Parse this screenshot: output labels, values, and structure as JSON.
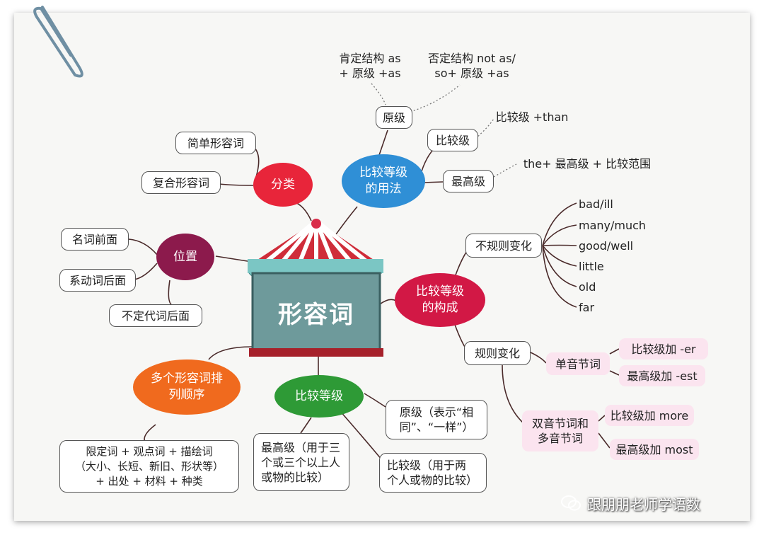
{
  "center": "形容词",
  "branches": {
    "classification": {
      "label": "分类",
      "items": [
        "简单形容词",
        "复合形容词"
      ]
    },
    "position": {
      "label": "位置",
      "items": [
        "名词前面",
        "系动词后面",
        "不定代词后面"
      ]
    },
    "usage": {
      "label": "比较等级\n的用法",
      "positive": {
        "label": "原级",
        "notes": [
          "肯定结构 as\n+ 原级 +as",
          "否定结构 not as/\nso+ 原级 +as"
        ]
      },
      "comparative": {
        "label": "比较级",
        "note": "比较级 +than"
      },
      "superlative": {
        "label": "最高级",
        "note": "the+ 最高级 + 比较范围"
      }
    },
    "formation": {
      "label": "比较等级\n的构成",
      "irregular": {
        "label": "不规则变化",
        "words": [
          "bad/ill",
          "many/much",
          "good/well",
          "little",
          "old",
          "far"
        ]
      },
      "regular": {
        "label": "规则变化",
        "monosyllable": {
          "label": "单音节词",
          "rules": [
            "比较级加 -er",
            "最高级加 -est"
          ]
        },
        "disyllable": {
          "label": "双音节词和\n多音节词",
          "rules": [
            "比较级加 more",
            "最高级加 most"
          ]
        }
      }
    },
    "degrees": {
      "label": "比较等级",
      "items": [
        "原级（表示“相\n同”、“一样”）",
        "最高级（用于三\n个或三个以上人\n或物的比较）",
        "比较级（用于两\n个人或物的比较）"
      ]
    },
    "order": {
      "label": "多个形容词排\n列顺序",
      "item": "限定词 + 观点词 + 描绘词\n（大小、长短、新旧、形状等）\n+ 出处 + 材料 + 种类"
    }
  },
  "watermark": "跟朋朋老师学语数",
  "colors": {
    "classification": "#e8253a",
    "position": "#8c1a4c",
    "usage": "#2f8fd6",
    "formation": "#d21845",
    "degrees": "#2e9a36",
    "order": "#f06a1e",
    "center": "#6e9a9b",
    "pink": "#fbe4ef"
  }
}
